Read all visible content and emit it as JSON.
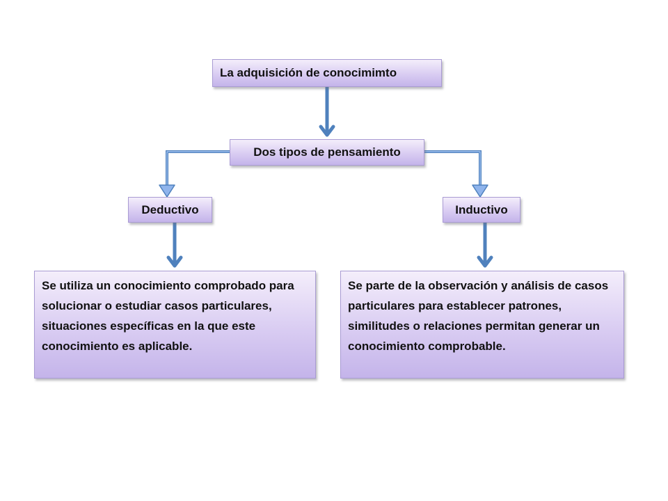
{
  "diagram": {
    "root": {
      "label": "La adquisición de conocimimto"
    },
    "branch": {
      "label": "Dos tipos de pensamiento"
    },
    "deductive": {
      "label": "Deductivo",
      "description": "Se utiliza un conocimiento comprobado para solucionar o estudiar casos particulares, situaciones específicas en la que este conocimiento es aplicable."
    },
    "inductive": {
      "label": "Inductivo",
      "description": "Se parte de la observación y análisis de casos particulares para establecer patrones, similitudes o relaciones permitan generar un conocimiento comprobable."
    }
  },
  "colors": {
    "box_top": "#f4eefb",
    "box_bottom": "#c4b4ea",
    "box_border": "#a99bd3",
    "arrow": "#4f81bd",
    "connector_light": "#7ba6e3",
    "text": "#111111"
  }
}
